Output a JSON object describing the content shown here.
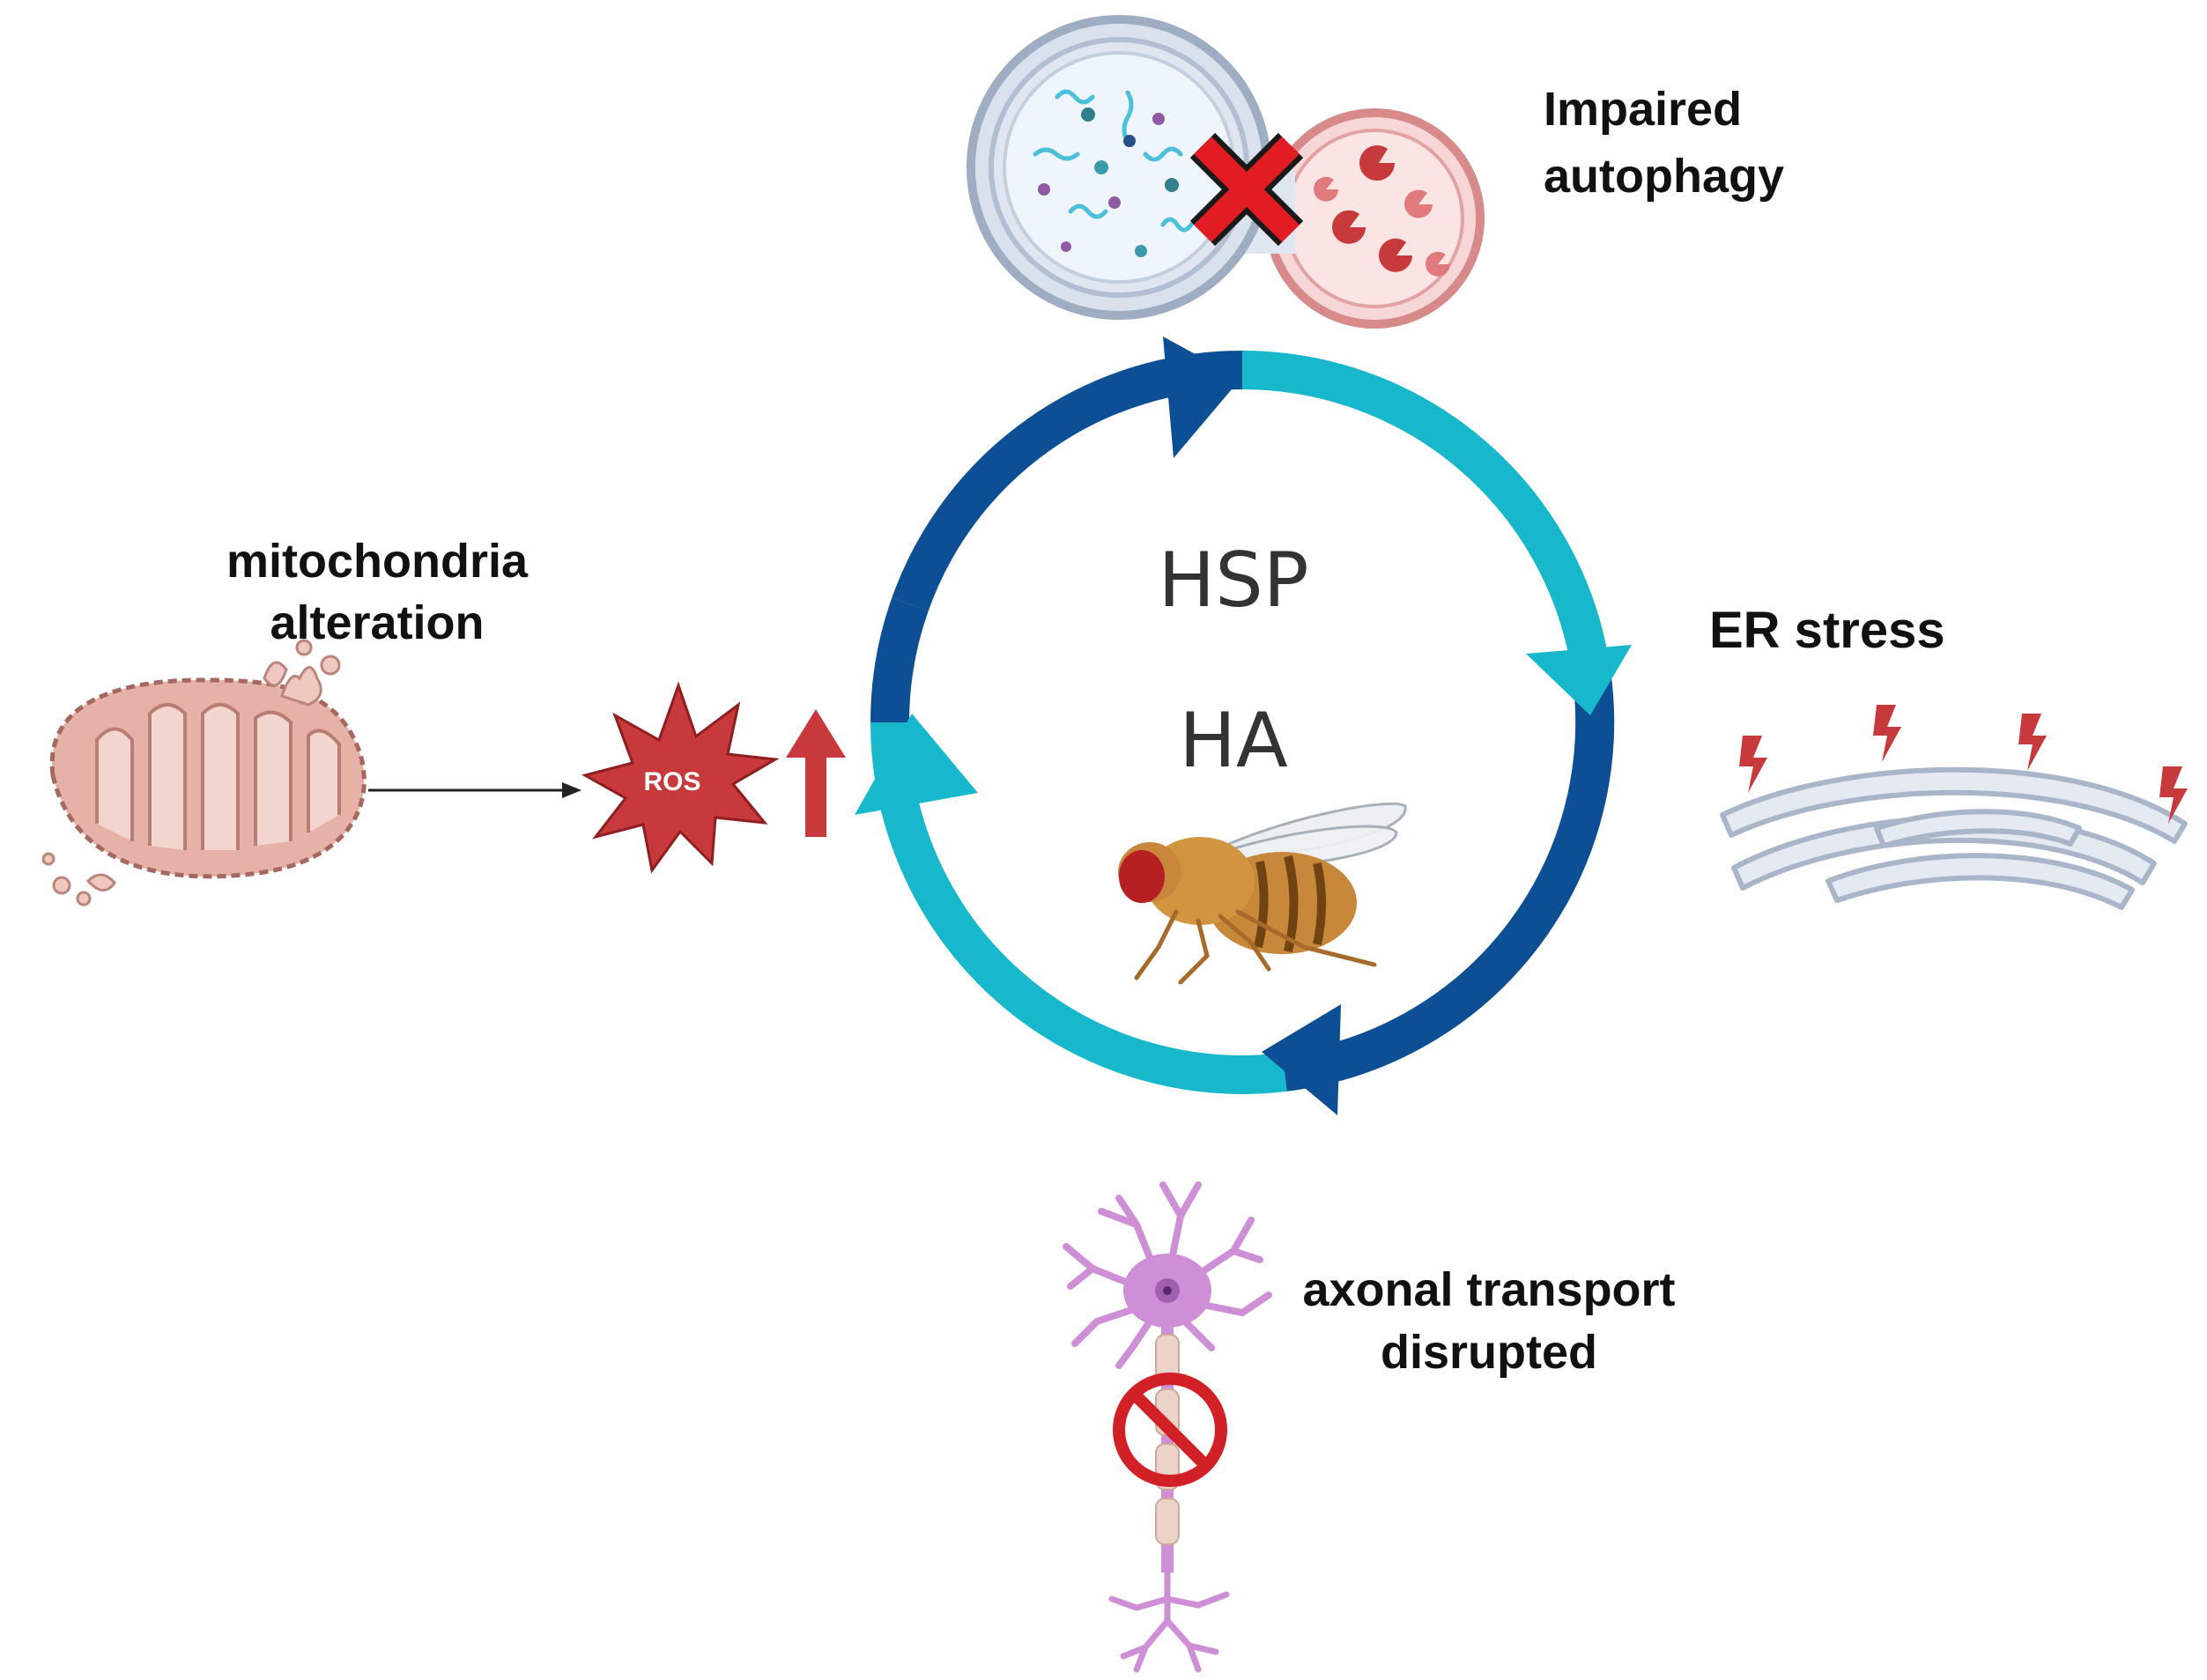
{
  "center": {
    "line1": "HSP",
    "line2": "HA"
  },
  "autophagy": {
    "line1": "Impaired",
    "line2": "autophagy"
  },
  "er_stress": {
    "label": "ER stress"
  },
  "mitochondria": {
    "line1": "mitochondria",
    "line2": "alteration"
  },
  "ros": {
    "label": "ROS"
  },
  "axonal": {
    "line1": "axonal transport",
    "line2": "disrupted"
  },
  "colors": {
    "cycle_dark": "#0d4f94",
    "cycle_light": "#17b7cc",
    "ros_red": "#c8393b",
    "mito_fill": "#e6b1a7",
    "mito_stroke": "#a5675e",
    "er_fill": "#e5eaf2",
    "er_stroke": "#a9b6c9",
    "neuron": "#cf8fd6",
    "stop_red": "#d22027"
  }
}
